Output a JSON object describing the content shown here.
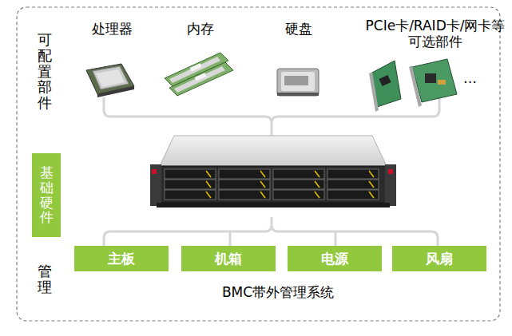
{
  "diagram": {
    "nodes": [
      {
        "text": [
          "基础硬件"
        ]
      },
      {
        "text": [
          "主板"
        ]
      },
      {
        "text": [
          "机箱"
        ]
      },
      {
        "text": [
          "电源"
        ]
      },
      {
        "text": [
          "风扇"
        ]
      }
    ],
    "labels": [
      "可配置部件",
      "处理器",
      "内存",
      "硬盘",
      "PCIe卡/RAID卡/网卡等可选部件",
      "…",
      "管理",
      "BMC带外管理系统"
    ]
  }
}
